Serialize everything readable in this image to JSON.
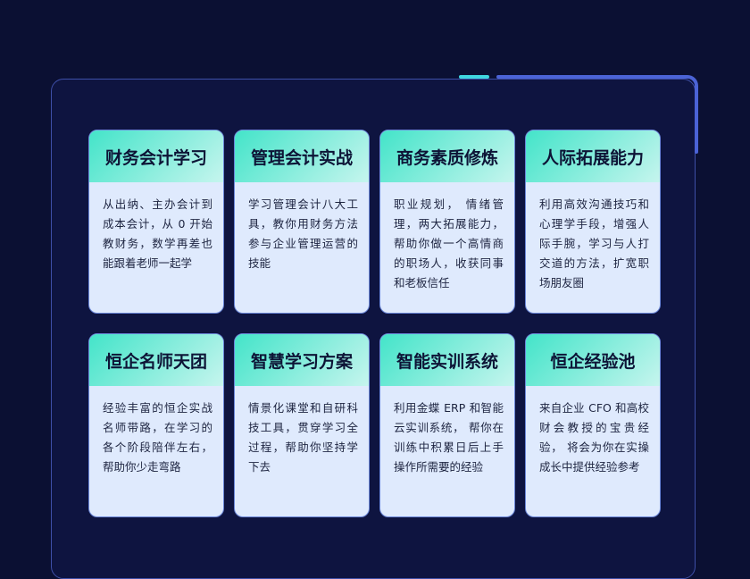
{
  "cards": [
    {
      "title": "财务会计学习",
      "desc": "从出纳、主办会计到成本会计，从 0 开始教财务，数学再差也能跟着老师一起学"
    },
    {
      "title": "管理会计实战",
      "desc": "学习管理会计八大工具，教你用财务方法参与企业管理运营的技能"
    },
    {
      "title": "商务素质修炼",
      "desc": "职业规划， 情绪管理，两大拓展能力，帮助你做一个高情商的职场人，收获同事和老板信任"
    },
    {
      "title": "人际拓展能力",
      "desc": "利用高效沟通技巧和心理学手段，增强人际手腕，学习与人打交道的方法，扩宽职场朋友圈"
    },
    {
      "title": "恒企名师天团",
      "desc": "经验丰富的恒企实战名师带路，在学习的各个阶段陪伴左右，帮助你少走弯路"
    },
    {
      "title": "智慧学习方案",
      "desc": "情景化课堂和自研科技工具，贯穿学习全过程，帮助你坚持学下去"
    },
    {
      "title": "智能实训系统",
      "desc": "利用金蝶 ERP 和智能云实训系统， 帮你在训练中积累日后上手操作所需要的经验"
    },
    {
      "title": "恒企经验池",
      "desc": "来自企业 CFO 和高校财会教授的宝贵经验， 将会为你在实操成长中提供经验参考"
    }
  ]
}
